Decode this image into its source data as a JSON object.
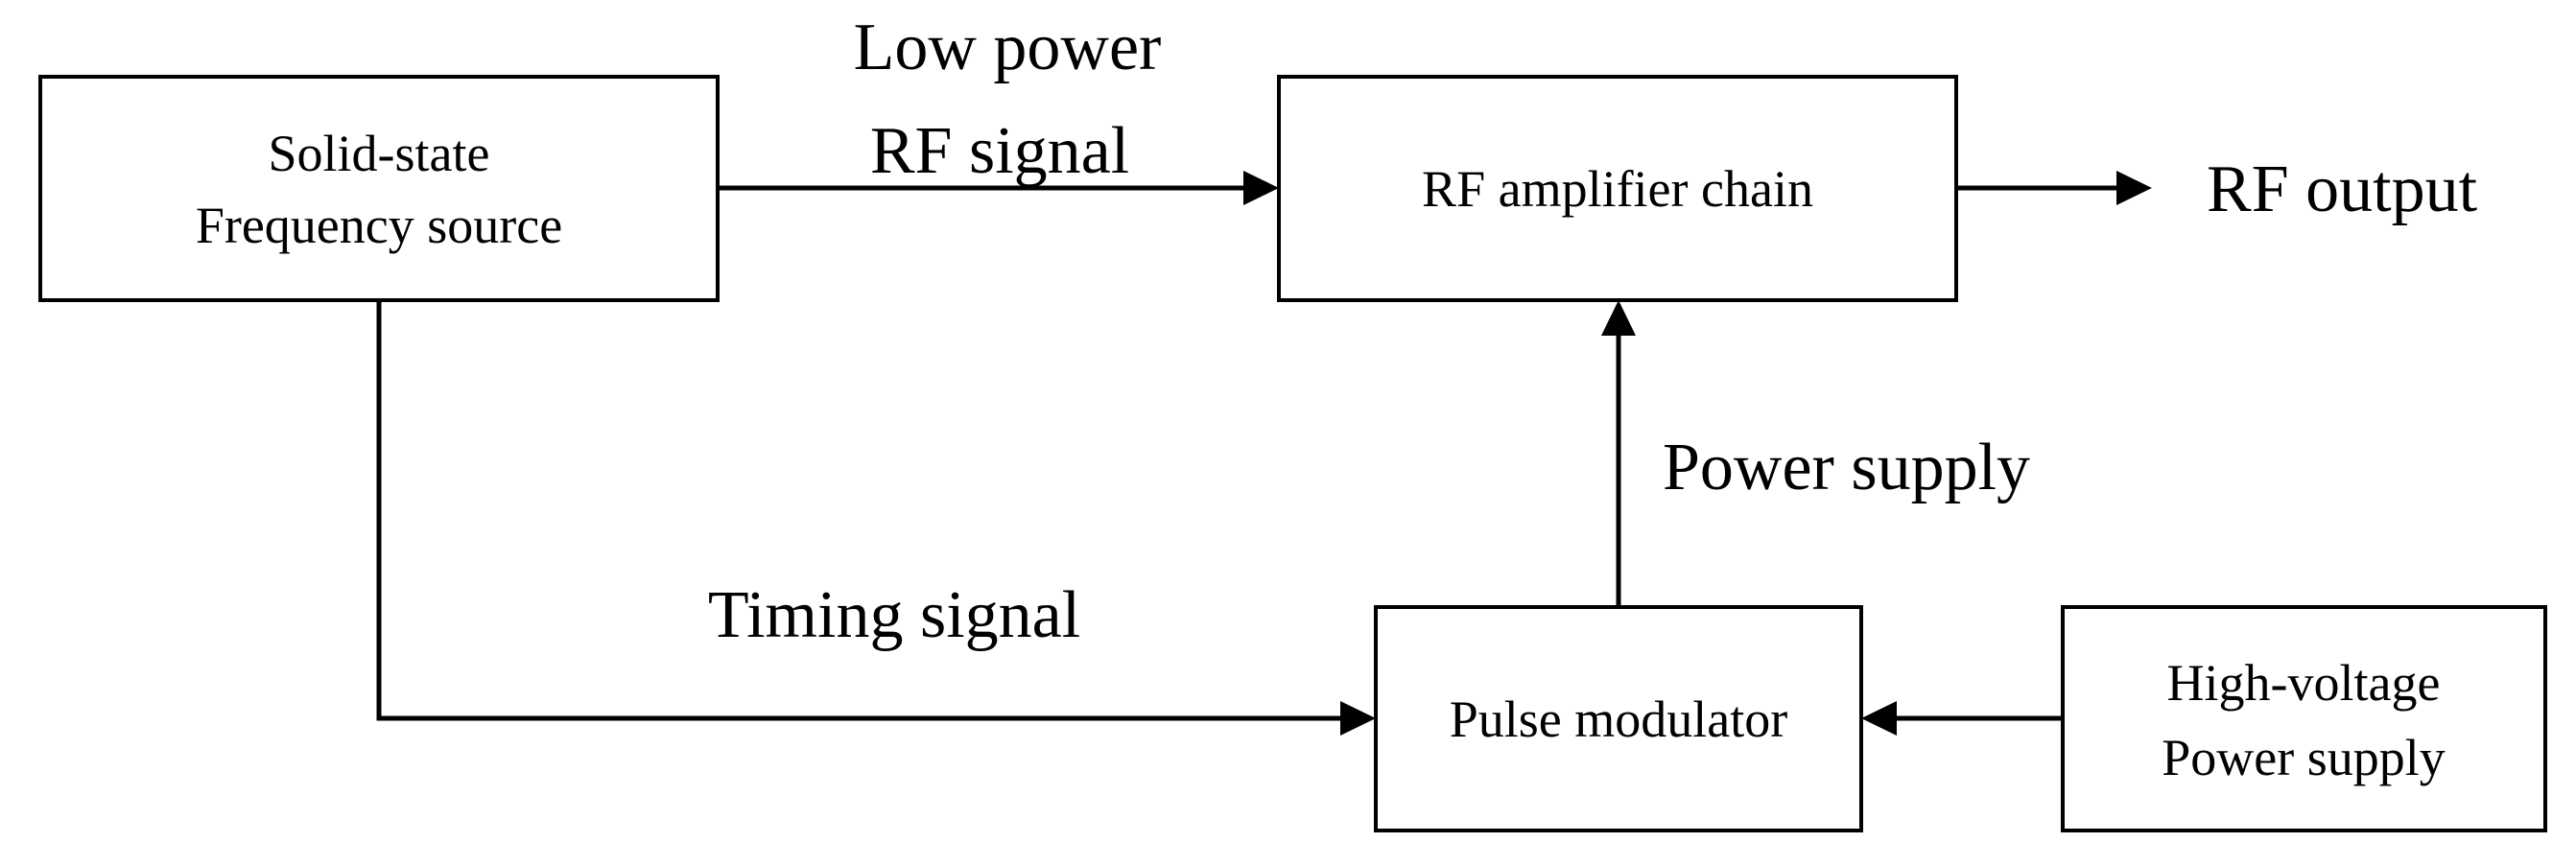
{
  "blocks": {
    "frequency_source": {
      "line1": "Solid-state",
      "line2": "Frequency source"
    },
    "amplifier_chain": {
      "label": "RF amplifier chain"
    },
    "pulse_modulator": {
      "label": "Pulse modulator"
    },
    "hv_supply": {
      "line1": "High-voltage",
      "line2": "Power supply"
    }
  },
  "signals": {
    "rf_signal_line1": "Low power",
    "rf_signal_line2": "RF signal",
    "rf_output": "RF output",
    "power_supply": "Power supply",
    "timing_signal": "Timing signal"
  }
}
